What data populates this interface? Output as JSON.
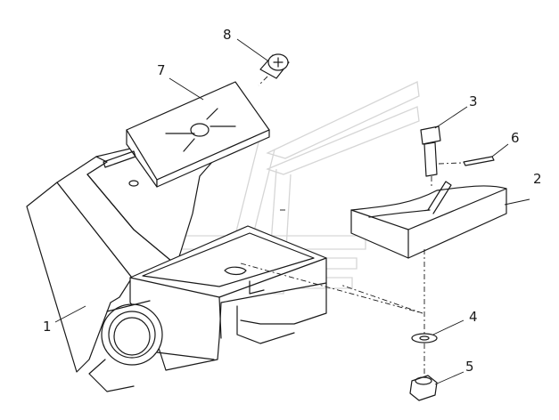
{
  "diagram": {
    "callouts": [
      {
        "id": "1",
        "label": "1"
      },
      {
        "id": "2",
        "label": "2"
      },
      {
        "id": "3",
        "label": "3"
      },
      {
        "id": "4",
        "label": "4"
      },
      {
        "id": "5",
        "label": "5"
      },
      {
        "id": "6",
        "label": "6"
      },
      {
        "id": "7",
        "label": "7"
      },
      {
        "id": "8",
        "label": "8"
      }
    ],
    "colors": {
      "line": "#1a1a1a",
      "watermark": "#d6d6d6",
      "background": "#ffffff"
    }
  }
}
